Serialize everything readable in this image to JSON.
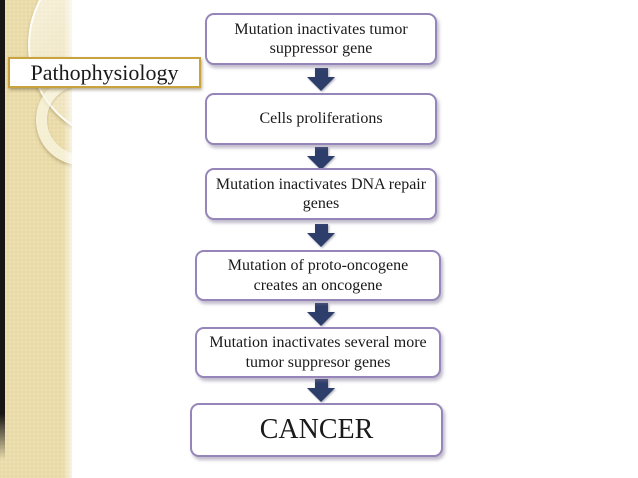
{
  "slide": {
    "title_label": "Pathophysiology"
  },
  "flowchart": {
    "steps": [
      "Mutation inactivates tumor suppressor gene",
      "Cells proliferations",
      "Mutation inactivates DNA repair genes",
      "Mutation of proto-oncogene creates an oncogene",
      "Mutation inactivates several more tumor suppresor genes",
      "CANCER"
    ]
  },
  "colors": {
    "sidebar_beige": "#ebddab",
    "title_border_gold": "#c9a43e",
    "box_border_purple": "#9585b8",
    "arrow_navy": "#2e3e6b",
    "text": "#1a1a1a",
    "background": "#ffffff"
  }
}
